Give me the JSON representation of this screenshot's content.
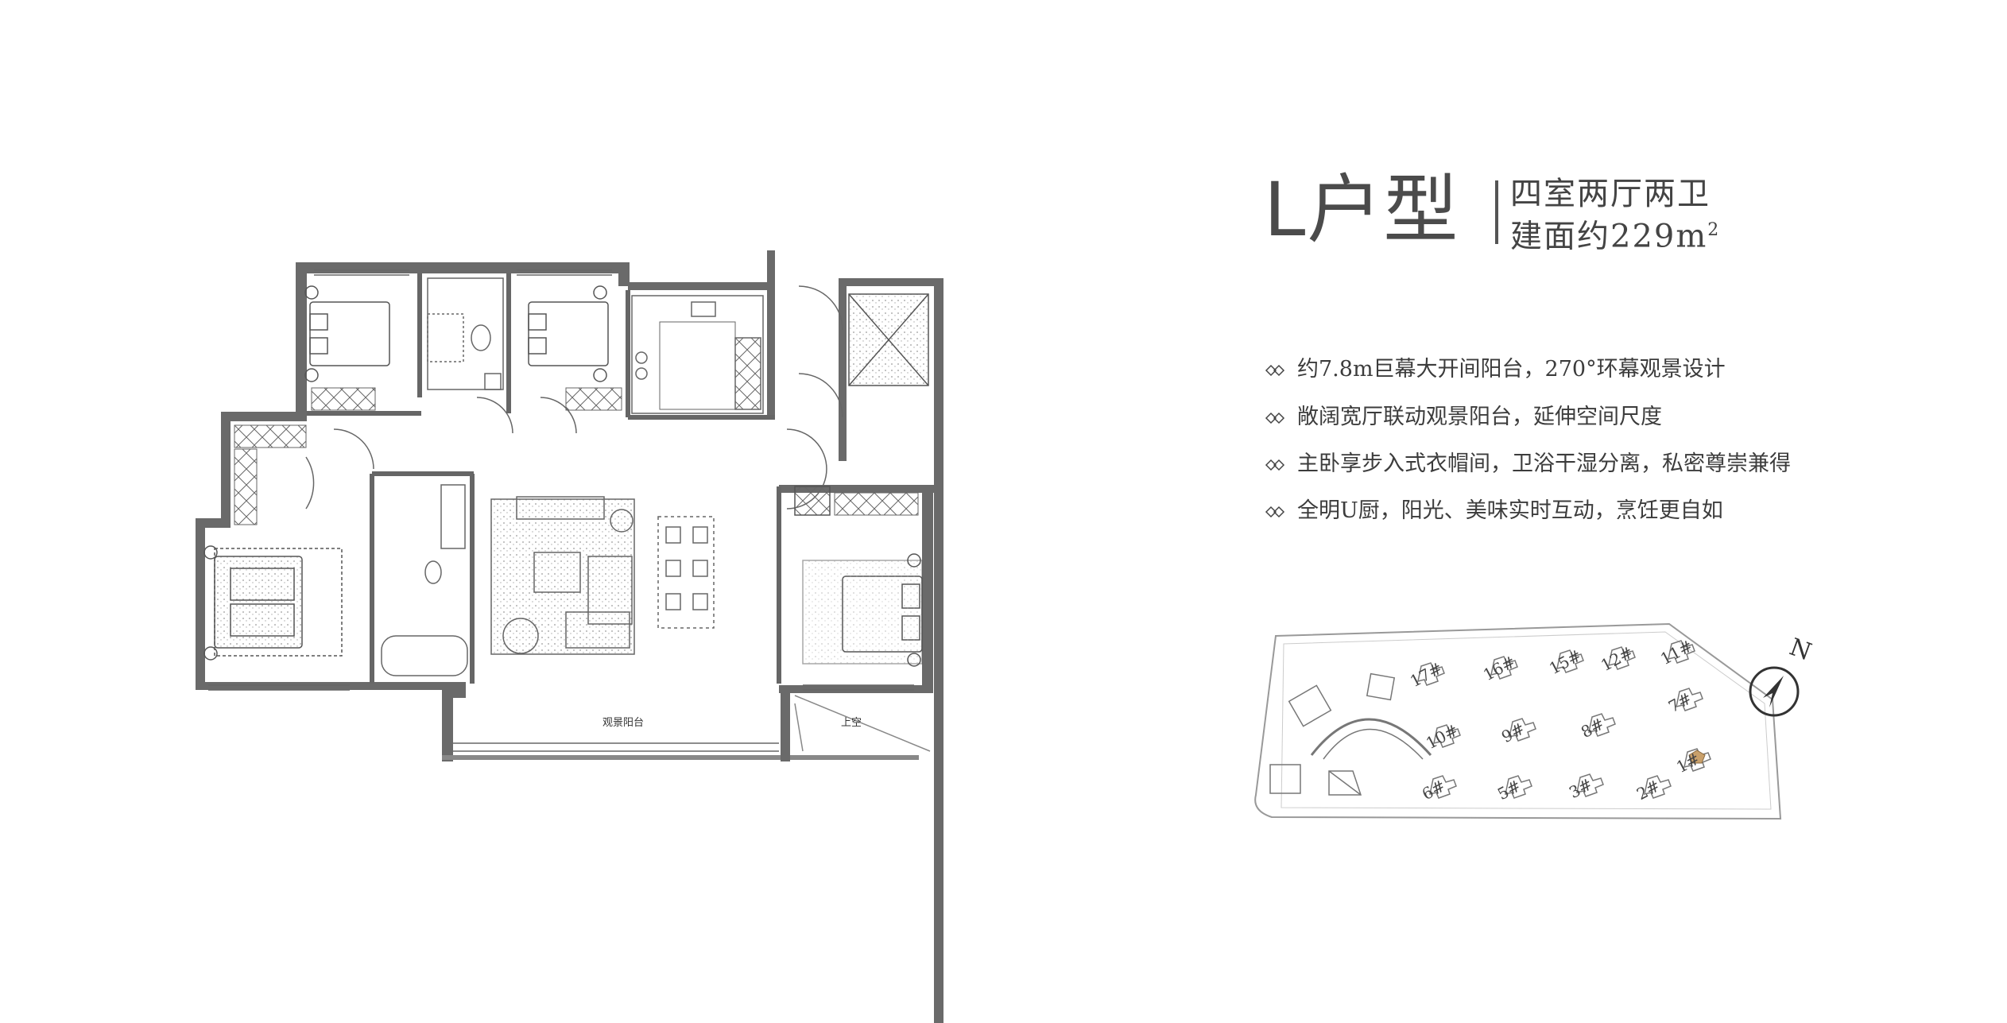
{
  "title": {
    "main": "L户型",
    "sub1": "四室两厅两卫",
    "sub2_prefix": "建面约229m",
    "sub2_sup": "2"
  },
  "features": [
    "约7.8m巨幕大开间阳台，270°环幕观景设计",
    "敞阔宽厅联动观景阳台，延伸空间尺度",
    "主卧享步入式衣帽间，卫浴干湿分离，私密尊崇兼得",
    "全明U厨，阳光、美味实时互动，烹饪更自如"
  ],
  "floorplan": {
    "labels": {
      "balcony": "观景阳台",
      "void": "上空"
    }
  },
  "siteplan": {
    "north": "N",
    "buildings": [
      "17#",
      "16#",
      "15#",
      "12#",
      "11#",
      "10#",
      "9#",
      "8#",
      "7#",
      "6#",
      "5#",
      "3#",
      "2#",
      "1#"
    ]
  },
  "colors": {
    "line": "#555555",
    "wall": "#6a6a6a",
    "text": "#3c3c3c",
    "highlight": "#c9a06a"
  }
}
